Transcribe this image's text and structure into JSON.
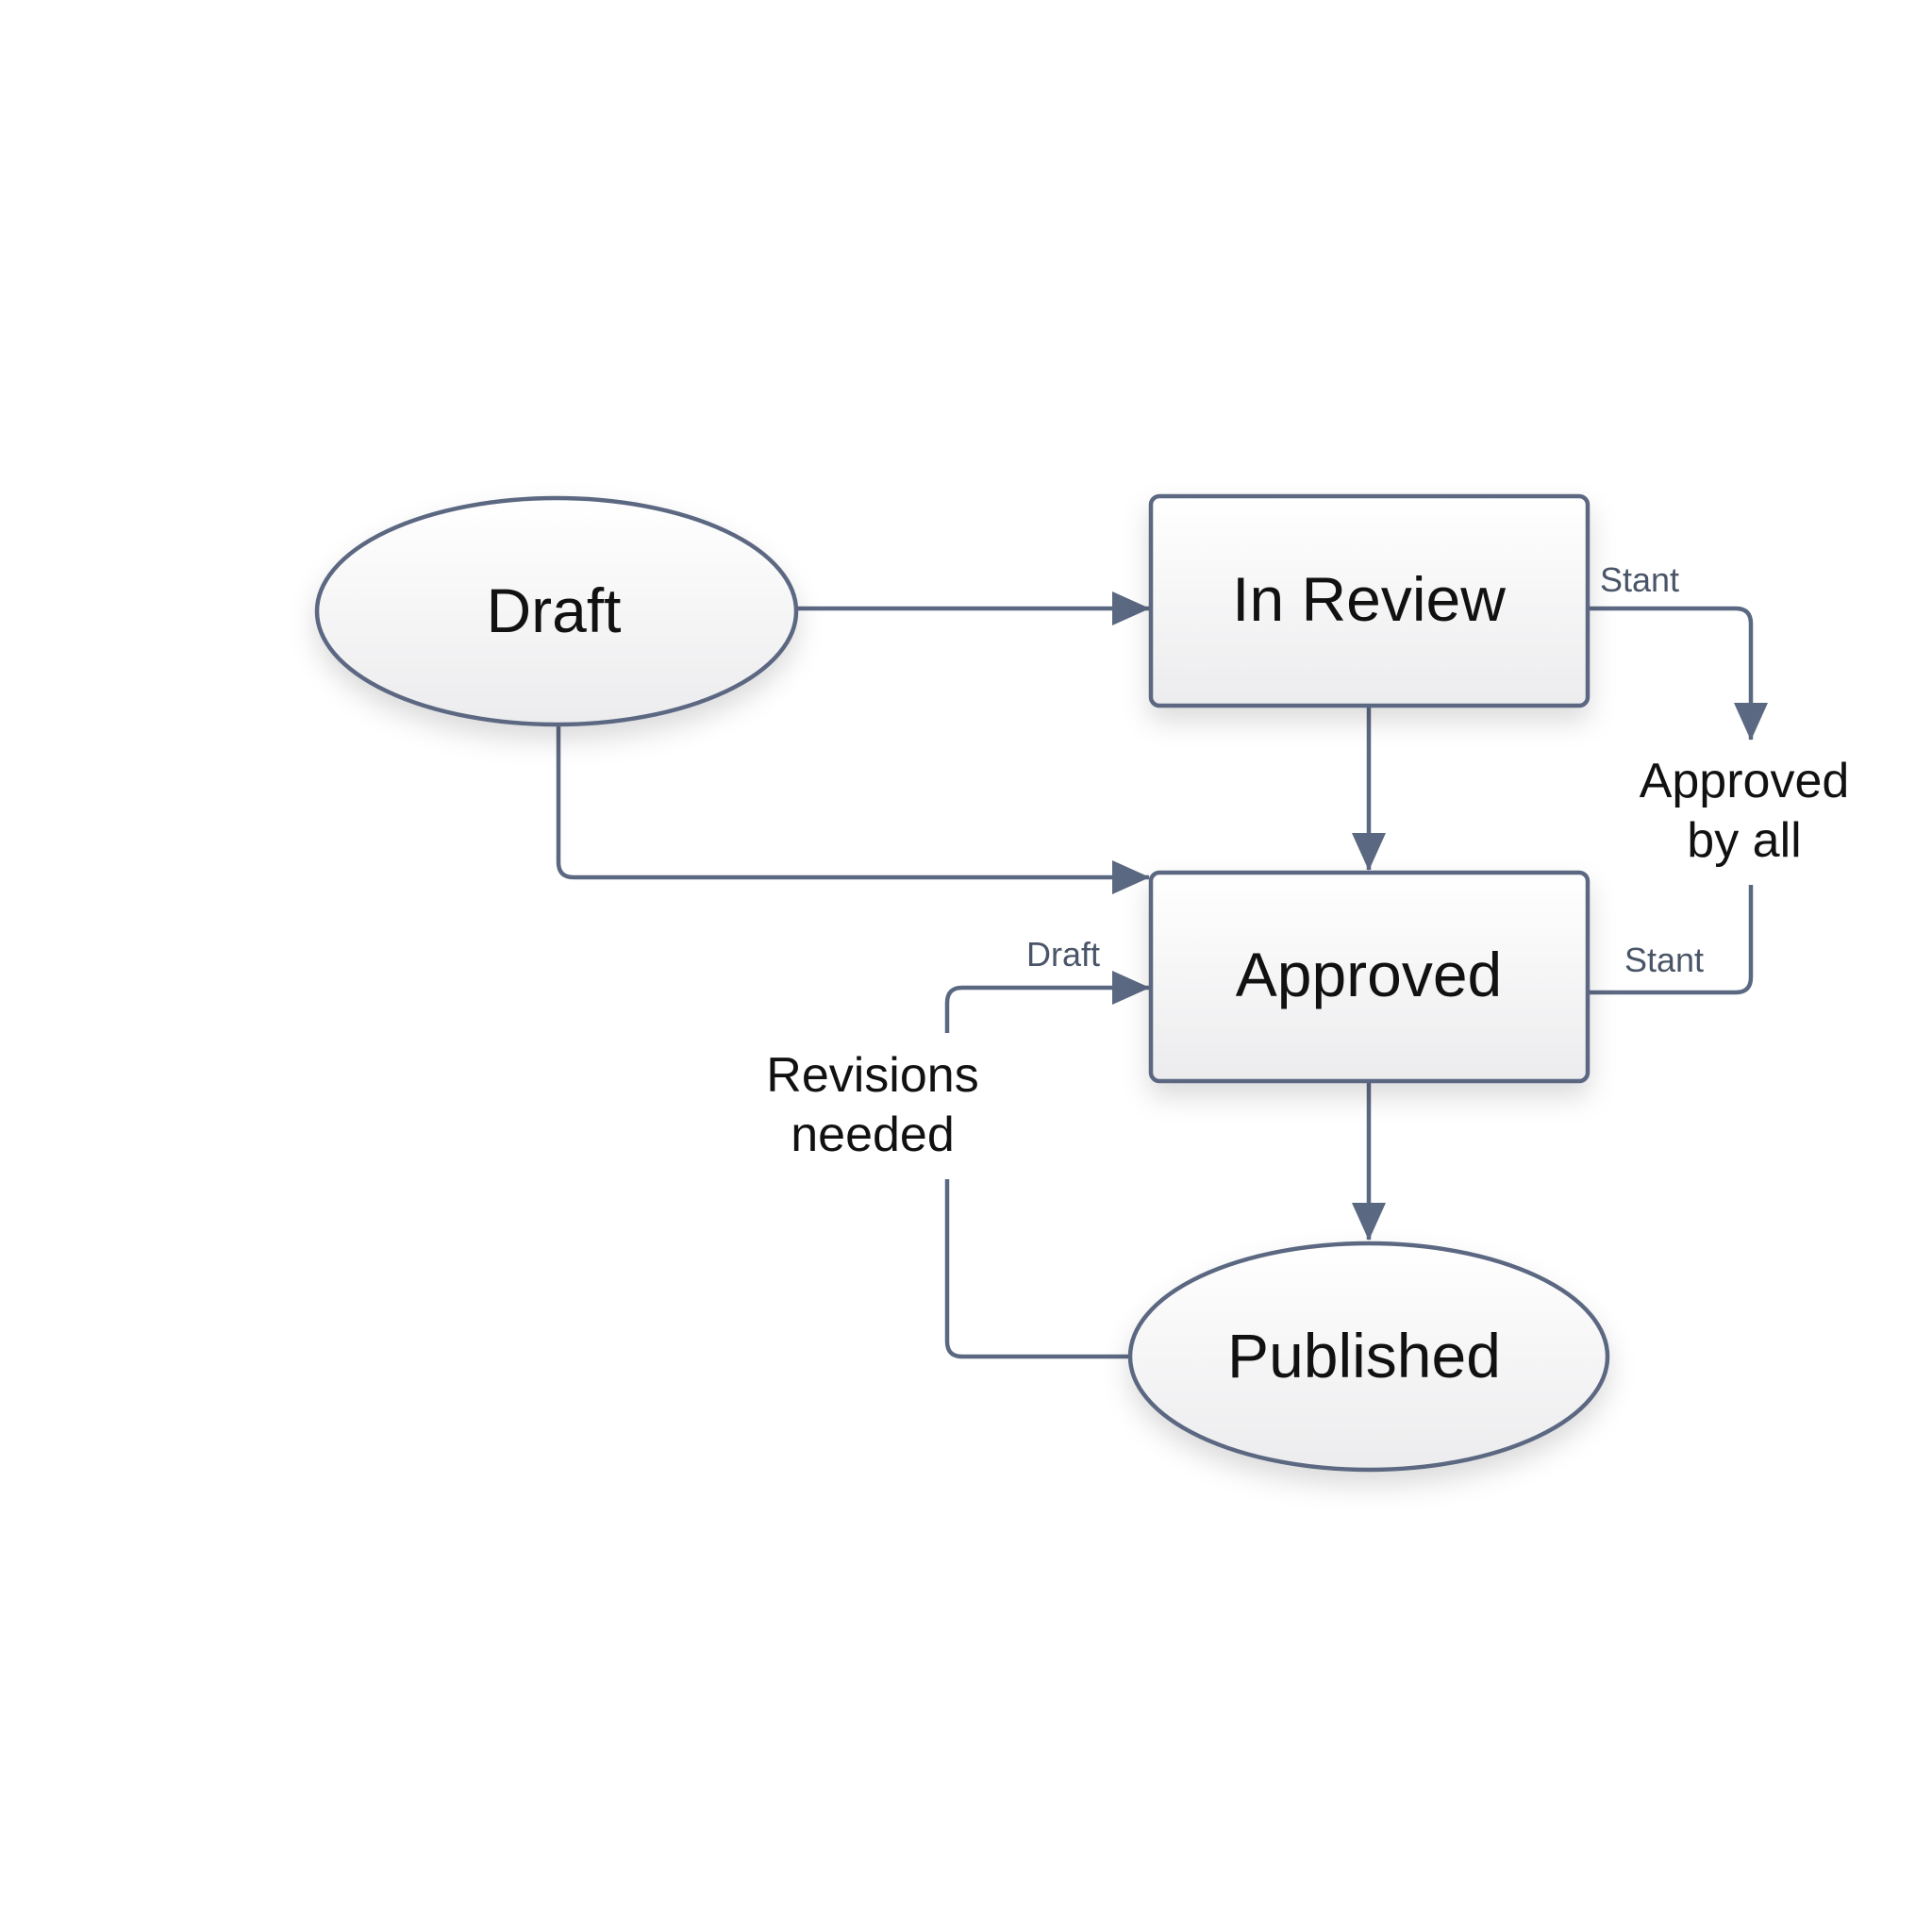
{
  "colors": {
    "stroke": "#5b6882",
    "node_fill_top": "#ffffff",
    "node_fill_bottom": "#ececee",
    "text": "#111111",
    "tag_text": "#4a5568",
    "background": "#ffffff"
  },
  "nodes": {
    "draft": {
      "label": "Draft",
      "shape": "ellipse"
    },
    "in_review": {
      "label": "In Review",
      "shape": "rectangle"
    },
    "approved": {
      "label": "Approved",
      "shape": "rectangle"
    },
    "published": {
      "label": "Published",
      "shape": "ellipse"
    }
  },
  "edge_labels": {
    "approved_by_all_line1": "Approved",
    "approved_by_all_line2": "by all",
    "revisions_needed_line1": "Revisions",
    "revisions_needed_line2": "needed"
  },
  "tags": {
    "in_review_start": "Stant",
    "approved_start": "Stant",
    "approved_draft": "Draft"
  }
}
